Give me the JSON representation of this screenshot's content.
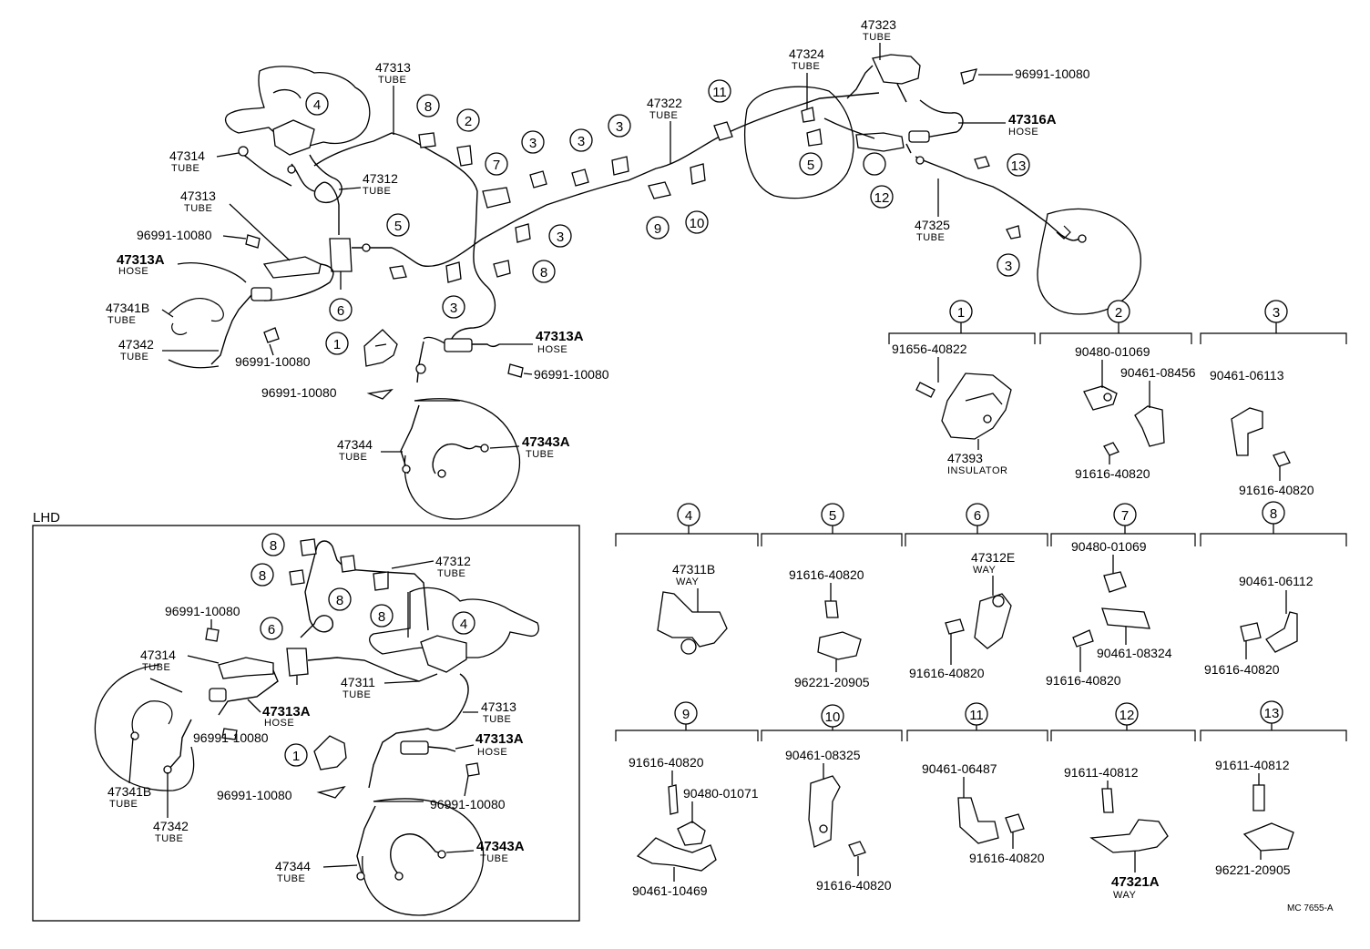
{
  "diagram": {
    "lhd_label": "LHD",
    "drawing_code": "MC 7655-A",
    "callout_circles": [
      "1",
      "2",
      "3",
      "4",
      "5",
      "6",
      "7",
      "8",
      "9",
      "10",
      "11",
      "12",
      "13"
    ],
    "main_labels": [
      {
        "id": "m47313",
        "num": "47313",
        "sub": "TUBE"
      },
      {
        "id": "m47314",
        "num": "47314",
        "sub": "TUBE"
      },
      {
        "id": "m47312",
        "num": "47312",
        "sub": "TUBE"
      },
      {
        "id": "m47313b",
        "num": "47313",
        "sub": "TUBE"
      },
      {
        "id": "m96991a",
        "num": "96991-10080",
        "sub": ""
      },
      {
        "id": "m47313A",
        "num": "47313A",
        "sub": "HOSE"
      },
      {
        "id": "m47341B",
        "num": "47341B",
        "sub": "TUBE"
      },
      {
        "id": "m47342",
        "num": "47342",
        "sub": "TUBE"
      },
      {
        "id": "m96991b",
        "num": "96991-10080",
        "sub": ""
      },
      {
        "id": "m47313A2",
        "num": "47313A",
        "sub": "HOSE"
      },
      {
        "id": "m96991c",
        "num": "96991-10080",
        "sub": ""
      },
      {
        "id": "m96991d",
        "num": "96991-10080",
        "sub": ""
      },
      {
        "id": "m47344",
        "num": "47344",
        "sub": "TUBE"
      },
      {
        "id": "m47343A",
        "num": "47343A",
        "sub": "TUBE"
      },
      {
        "id": "m47322",
        "num": "47322",
        "sub": "TUBE"
      },
      {
        "id": "m47324",
        "num": "47324",
        "sub": "TUBE"
      },
      {
        "id": "m47323",
        "num": "47323",
        "sub": "TUBE"
      },
      {
        "id": "m96991e",
        "num": "96991-10080",
        "sub": ""
      },
      {
        "id": "m47316A",
        "num": "47316A",
        "sub": "HOSE"
      },
      {
        "id": "m47325",
        "num": "47325",
        "sub": "TUBE"
      }
    ],
    "lhd_labels": [
      {
        "id": "l47312",
        "num": "47312",
        "sub": "TUBE"
      },
      {
        "id": "l96991a",
        "num": "96991-10080",
        "sub": ""
      },
      {
        "id": "l47314",
        "num": "47314",
        "sub": "TUBE"
      },
      {
        "id": "l47311",
        "num": "47311",
        "sub": "TUBE"
      },
      {
        "id": "l47313",
        "num": "47313",
        "sub": "TUBE"
      },
      {
        "id": "l47313A",
        "num": "47313A",
        "sub": "HOSE"
      },
      {
        "id": "l47313A2",
        "num": "47313A",
        "sub": "HOSE"
      },
      {
        "id": "l96991b",
        "num": "96991-10080",
        "sub": ""
      },
      {
        "id": "l47341B",
        "num": "47341B",
        "sub": "TUBE"
      },
      {
        "id": "l47342",
        "num": "47342",
        "sub": "TUBE"
      },
      {
        "id": "l96991c",
        "num": "96991-10080",
        "sub": ""
      },
      {
        "id": "l96991d",
        "num": "96991-10080",
        "sub": ""
      },
      {
        "id": "l47344",
        "num": "47344",
        "sub": "TUBE"
      },
      {
        "id": "l47343A",
        "num": "47343A",
        "sub": "TUBE"
      }
    ],
    "detail_groups": [
      {
        "ref": "1",
        "parts": [
          "91656-40822",
          "47393",
          "INSULATOR"
        ]
      },
      {
        "ref": "2",
        "parts": [
          "90480-01069",
          "90461-08456",
          "91616-40820"
        ]
      },
      {
        "ref": "3",
        "parts": [
          "90461-06113",
          "91616-40820"
        ]
      },
      {
        "ref": "4",
        "parts": [
          "47311B",
          "WAY"
        ]
      },
      {
        "ref": "5",
        "parts": [
          "91616-40820",
          "96221-20905"
        ]
      },
      {
        "ref": "6",
        "parts": [
          "47312E",
          "WAY",
          "91616-40820"
        ]
      },
      {
        "ref": "7",
        "parts": [
          "90480-01069",
          "90461-08324",
          "91616-40820"
        ]
      },
      {
        "ref": "8",
        "parts": [
          "90461-06112",
          "91616-40820"
        ]
      },
      {
        "ref": "9",
        "parts": [
          "91616-40820",
          "90480-01071",
          "90461-10469"
        ]
      },
      {
        "ref": "10",
        "parts": [
          "90461-08325",
          "91616-40820"
        ]
      },
      {
        "ref": "11",
        "parts": [
          "90461-06487",
          "91616-40820"
        ]
      },
      {
        "ref": "12",
        "parts": [
          "91611-40812",
          "47321A",
          "WAY"
        ]
      },
      {
        "ref": "13",
        "parts": [
          "91611-40812",
          "96221-20905"
        ]
      }
    ]
  }
}
